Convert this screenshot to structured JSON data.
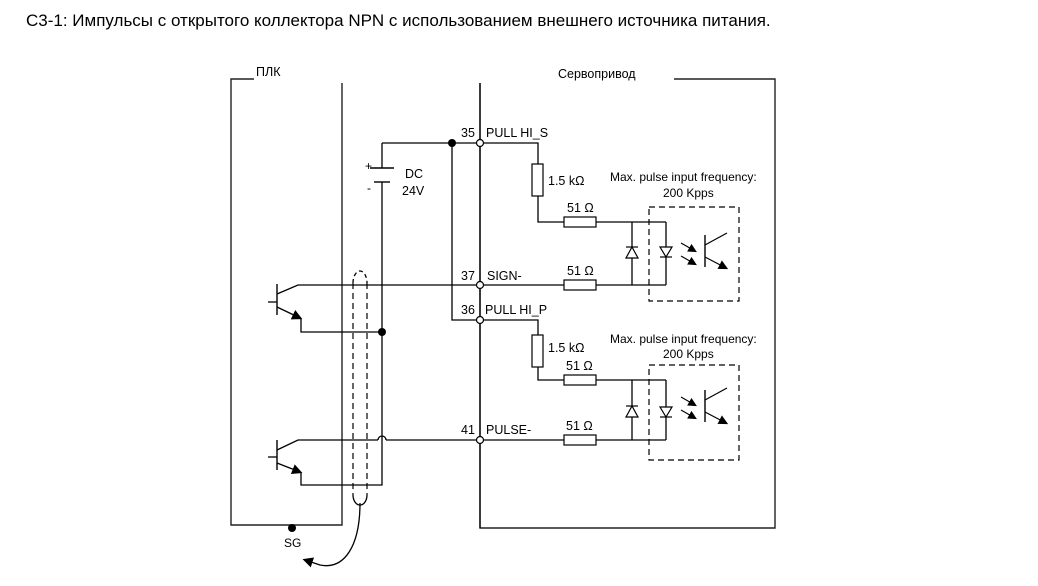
{
  "title": "С3-1: Импульсы с открытого коллектора NPN с использованием внешнего источника питания.",
  "plc": {
    "label": "ПЛК",
    "ground_label": "SG"
  },
  "servo": {
    "label": "Сервопривод"
  },
  "power_supply": {
    "plus": "+",
    "minus": "-",
    "line1": "DC",
    "line2": "24V"
  },
  "pins": [
    {
      "number": "35",
      "name": "PULL HI_S"
    },
    {
      "number": "37",
      "name": "SIGN-"
    },
    {
      "number": "36",
      "name": "PULL HI_P"
    },
    {
      "number": "41",
      "name": "PULSE-"
    }
  ],
  "channels": [
    {
      "pull_resistor": "1.5 kΩ",
      "series_resistor_top": "51 Ω",
      "series_resistor_bottom": "51 Ω",
      "note_line1": "Max. pulse input frequency:",
      "note_line2": "200 Kpps"
    },
    {
      "pull_resistor": "1.5 kΩ",
      "series_resistor_top": "51 Ω",
      "series_resistor_bottom": "51 Ω",
      "note_line1": "Max. pulse input frequency:",
      "note_line2": "200 Kpps"
    }
  ]
}
